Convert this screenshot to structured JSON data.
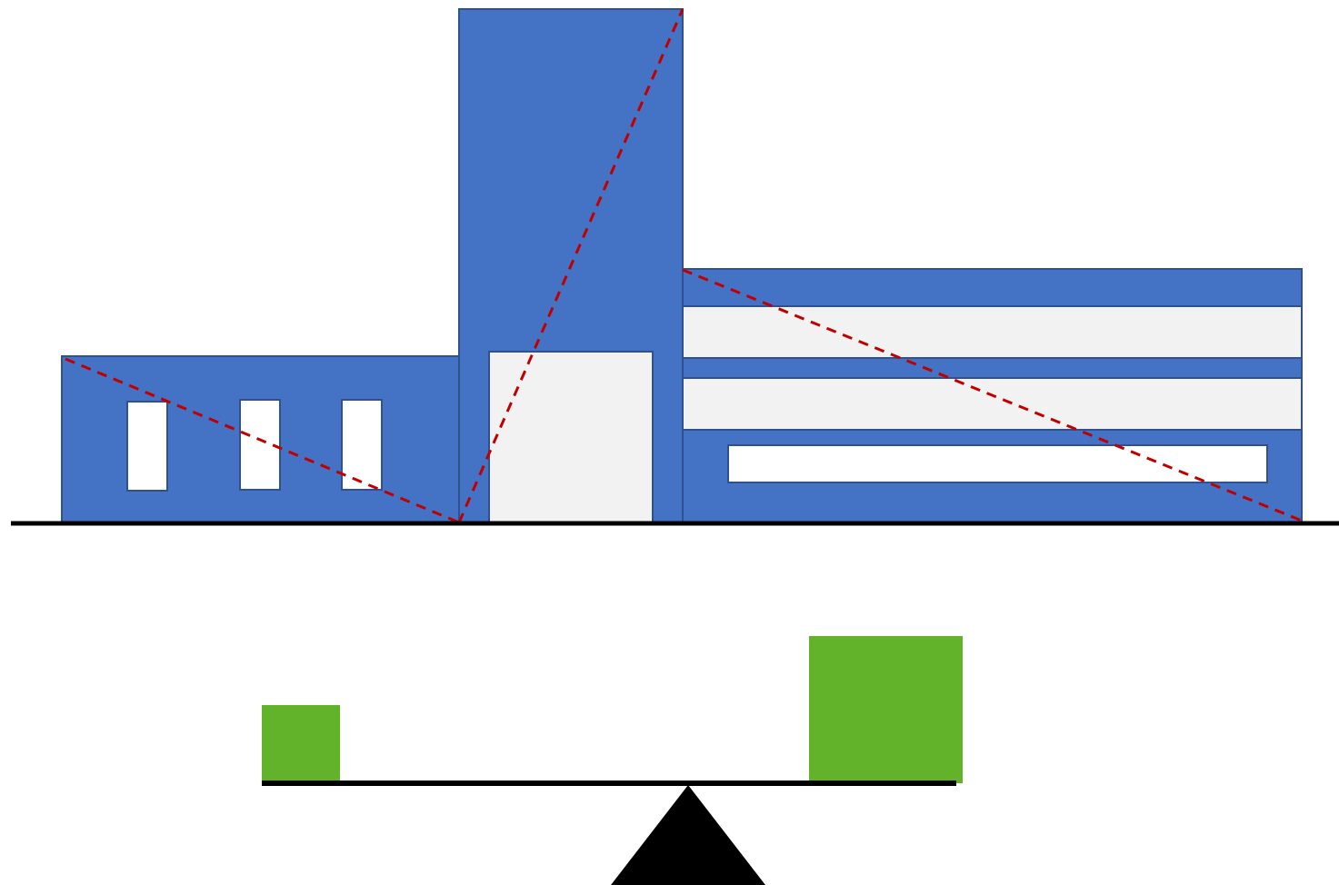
{
  "colors": {
    "building_fill": "#4472C4",
    "building_stroke": "#2F528F",
    "panel_light": "#F2F2F2",
    "window_white": "#FFFFFF",
    "diagonal_dashed": "#C00000",
    "ground_line": "#000000",
    "weight_green": "#62B32A",
    "beam_black": "#000000",
    "fulcrum_black": "#000000"
  },
  "diagram": {
    "building_blocks": [
      "left-wing",
      "center-tower",
      "right-wing"
    ],
    "left_wing_windows": 3,
    "right_wing_bands": 2,
    "balance": {
      "left_weight": "small",
      "right_weight": "large"
    }
  }
}
